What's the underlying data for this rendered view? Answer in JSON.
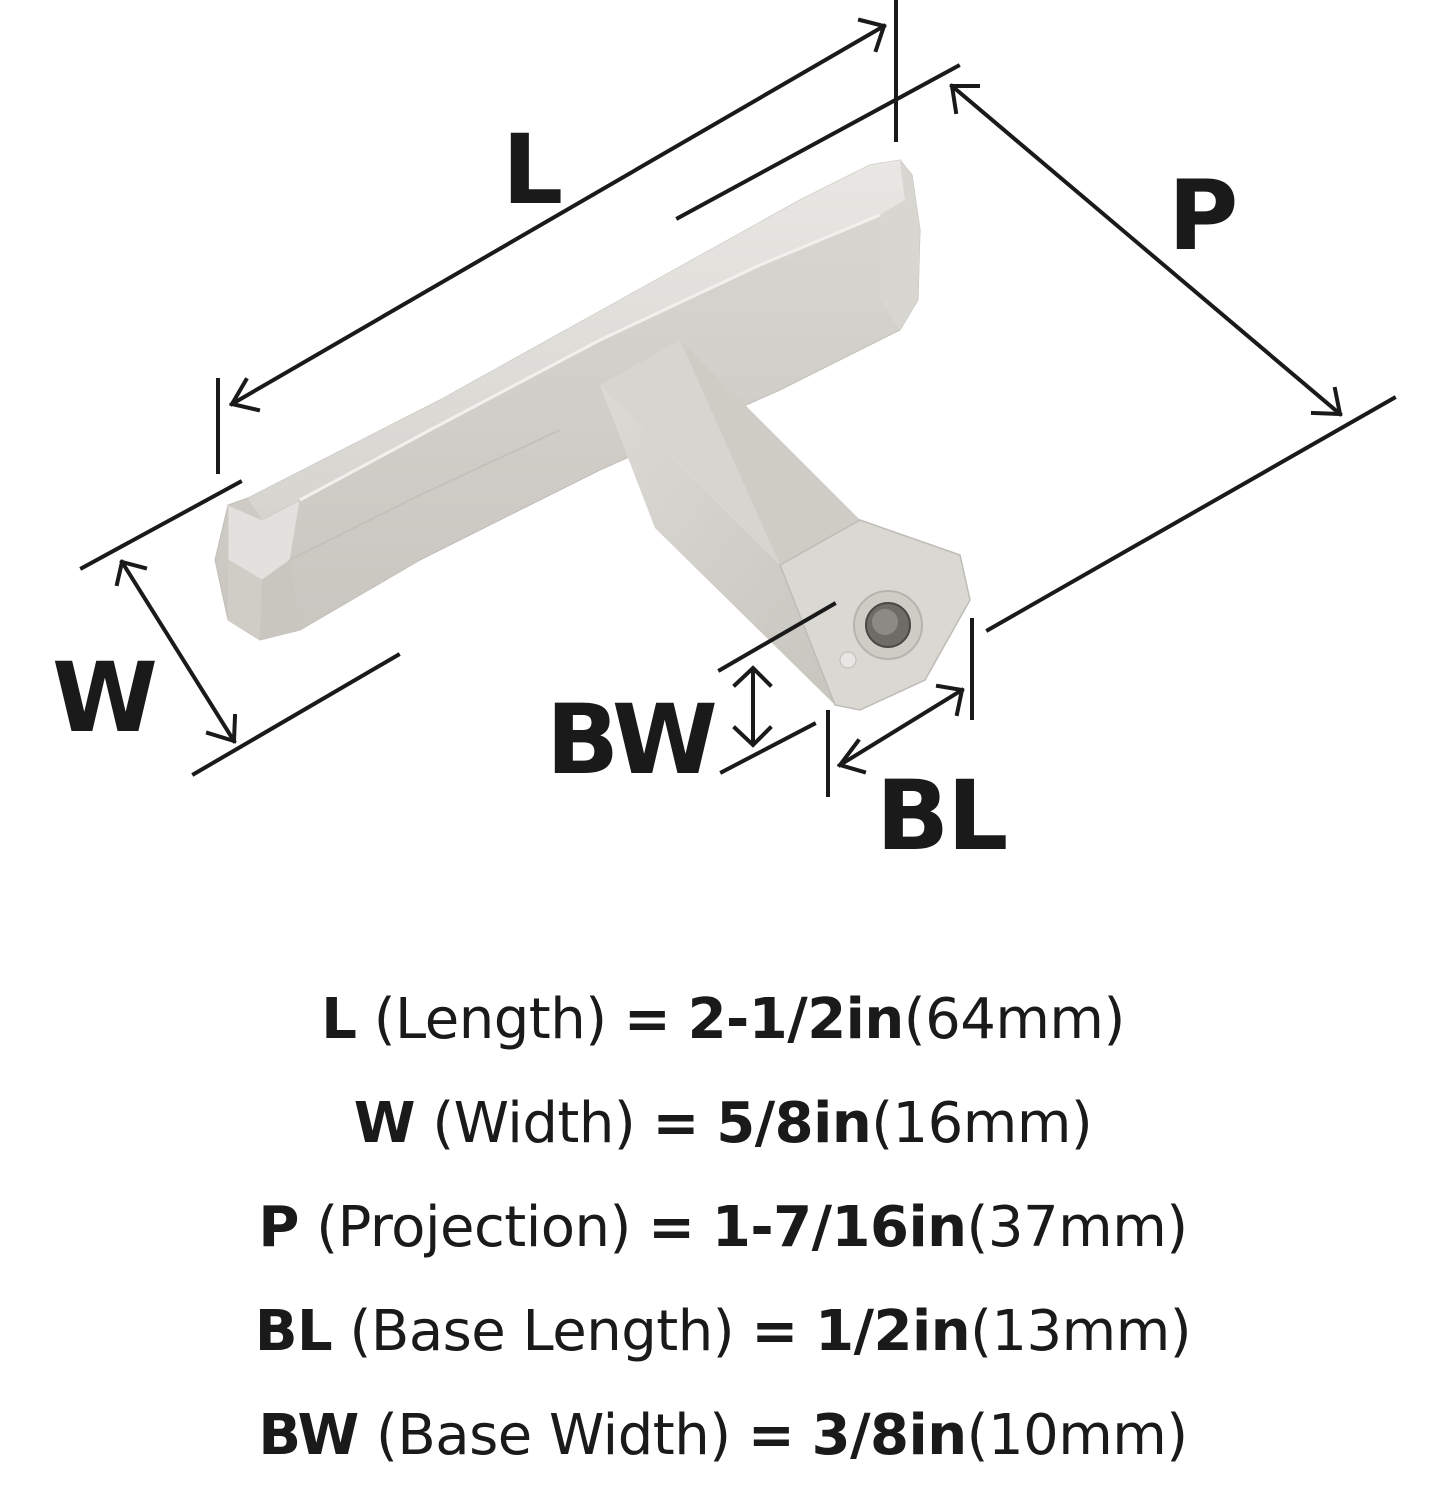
{
  "diagram": {
    "subject": "T-bar cabinet knob, brushed satin nickel finish",
    "colors": {
      "line": "#1a1a1a",
      "metal_light": "#e4e2de",
      "metal_mid": "#d3d1cc",
      "metal_dark": "#bdbab4",
      "background": "#ffffff"
    },
    "labels": {
      "length": "L",
      "width": "W",
      "projection": "P",
      "base_width": "BW",
      "base_length": "BL"
    }
  },
  "specs": [
    {
      "symbol": "L",
      "name": "(Length)",
      "equals": "=",
      "imperial": "2-1/2in",
      "metric": "(64mm)"
    },
    {
      "symbol": "W",
      "name": "(Width)",
      "equals": "=",
      "imperial": "5/8in",
      "metric": "(16mm)"
    },
    {
      "symbol": "P",
      "name": "(Projection)",
      "equals": "=",
      "imperial": "1-7/16in",
      "metric": "(37mm)"
    },
    {
      "symbol": "BL",
      "name": "(Base Length)",
      "equals": "=",
      "imperial": "1/2in",
      "metric": "(13mm)"
    },
    {
      "symbol": "BW",
      "name": "(Base Width)",
      "equals": "=",
      "imperial": "3/8in",
      "metric": "(10mm)"
    }
  ]
}
